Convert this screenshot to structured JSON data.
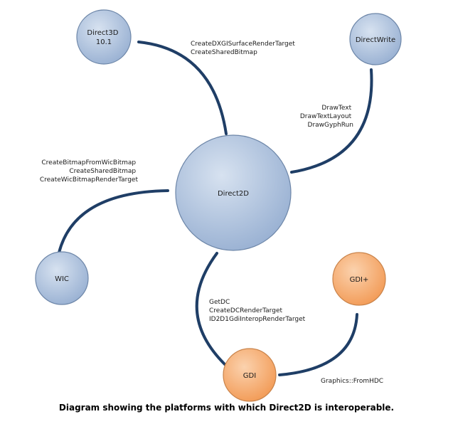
{
  "nodes": {
    "direct3d": {
      "lines": [
        "Direct3D",
        "10.1"
      ]
    },
    "directwrite": {
      "lines": [
        "DirectWrite"
      ]
    },
    "direct2d": {
      "lines": [
        "Direct2D"
      ]
    },
    "wic": {
      "lines": [
        "WIC"
      ]
    },
    "gdiplus": {
      "lines": [
        "GDI+"
      ]
    },
    "gdi": {
      "lines": [
        "GDI"
      ]
    }
  },
  "apis": {
    "direct3d": [
      "CreateDXGISurfaceRenderTarget",
      "CreateSharedBitmap"
    ],
    "directwrite": [
      "DrawText",
      "DrawTextLayout",
      "DrawGyphRun"
    ],
    "wic": [
      "CreateBitmapFromWicBitmap",
      "CreateSharedBitmap",
      "CreateWicBitmapRenderTarget"
    ],
    "gdi": [
      "GetDC",
      "CreateDCRenderTarget",
      "ID2D1GdiInteropRenderTarget"
    ],
    "gdiplus": [
      "Graphics::FromHDC"
    ]
  },
  "colors": {
    "blue_node_fill": "#a7bcd9",
    "blue_node_stroke": "#6d86a8",
    "orange_node_fill": "#f7a96b",
    "orange_node_stroke": "#c9834a",
    "connector": "#1f3e66"
  },
  "caption": "Diagram showing the platforms with which Direct2D is interoperable."
}
